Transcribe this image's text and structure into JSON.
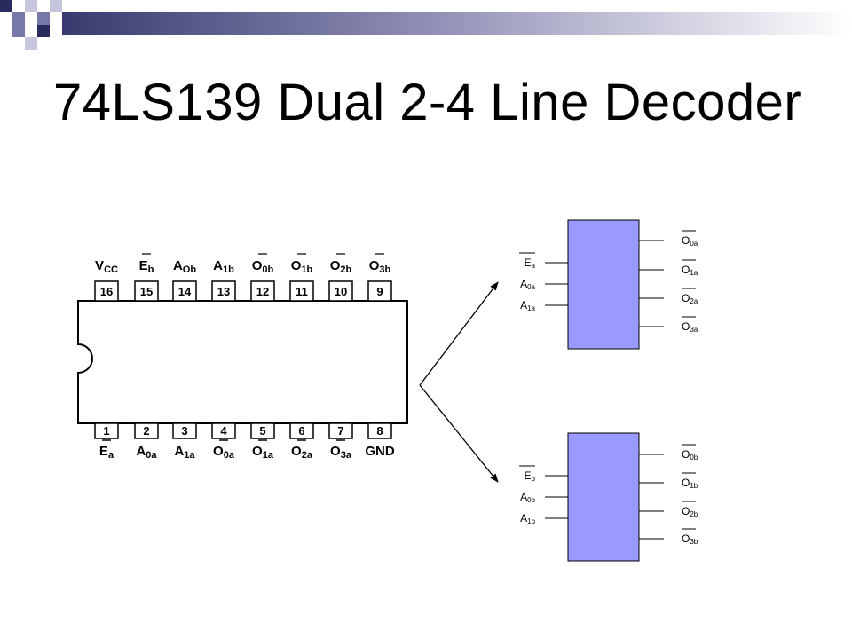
{
  "slide": {
    "title": "74LS139 Dual 2-4 Line Decoder"
  },
  "colors": {
    "block_fill": "#9999ff",
    "deco_dark": "#2a2a5e",
    "deco_mid": "#7878a8",
    "deco_light": "#c6c6dc"
  },
  "chip": {
    "top_pins": [
      {
        "num": "16",
        "main": "V",
        "sub": "CC",
        "bar": false
      },
      {
        "num": "15",
        "main": "E",
        "sub": "b",
        "bar": true
      },
      {
        "num": "14",
        "main": "A",
        "sub": "Ob",
        "bar": false
      },
      {
        "num": "13",
        "main": "A",
        "sub": "1b",
        "bar": false
      },
      {
        "num": "12",
        "main": "O",
        "sub": "0b",
        "bar": true
      },
      {
        "num": "11",
        "main": "O",
        "sub": "1b",
        "bar": true
      },
      {
        "num": "10",
        "main": "O",
        "sub": "2b",
        "bar": true
      },
      {
        "num": "9",
        "main": "O",
        "sub": "3b",
        "bar": true
      }
    ],
    "bottom_pins": [
      {
        "num": "1",
        "main": "E",
        "sub": "a",
        "bar": true
      },
      {
        "num": "2",
        "main": "A",
        "sub": "0a",
        "bar": false
      },
      {
        "num": "3",
        "main": "A",
        "sub": "1a",
        "bar": false
      },
      {
        "num": "4",
        "main": "O",
        "sub": "0a",
        "bar": true
      },
      {
        "num": "5",
        "main": "O",
        "sub": "1a",
        "bar": true
      },
      {
        "num": "6",
        "main": "O",
        "sub": "2a",
        "bar": true
      },
      {
        "num": "7",
        "main": "O",
        "sub": "3a",
        "bar": true
      },
      {
        "num": "8",
        "main": "GND",
        "sub": "",
        "bar": false
      }
    ]
  },
  "decoders": [
    {
      "inputs": [
        {
          "main": "E",
          "sub": "a",
          "bar": true
        },
        {
          "main": "A",
          "sub": "0a",
          "bar": false
        },
        {
          "main": "A",
          "sub": "1a",
          "bar": false
        }
      ],
      "outputs": [
        {
          "main": "O",
          "sub": "0a",
          "bar": true
        },
        {
          "main": "O",
          "sub": "1a",
          "bar": true
        },
        {
          "main": "O",
          "sub": "2a",
          "bar": true
        },
        {
          "main": "O",
          "sub": "3a",
          "bar": true
        }
      ]
    },
    {
      "inputs": [
        {
          "main": "E",
          "sub": "b",
          "bar": true
        },
        {
          "main": "A",
          "sub": "0b",
          "bar": false
        },
        {
          "main": "A",
          "sub": "1b",
          "bar": false
        }
      ],
      "outputs": [
        {
          "main": "O",
          "sub": "0b",
          "bar": true
        },
        {
          "main": "O",
          "sub": "1b",
          "bar": true
        },
        {
          "main": "O",
          "sub": "2b",
          "bar": true
        },
        {
          "main": "O",
          "sub": "3b",
          "bar": true
        }
      ]
    }
  ]
}
